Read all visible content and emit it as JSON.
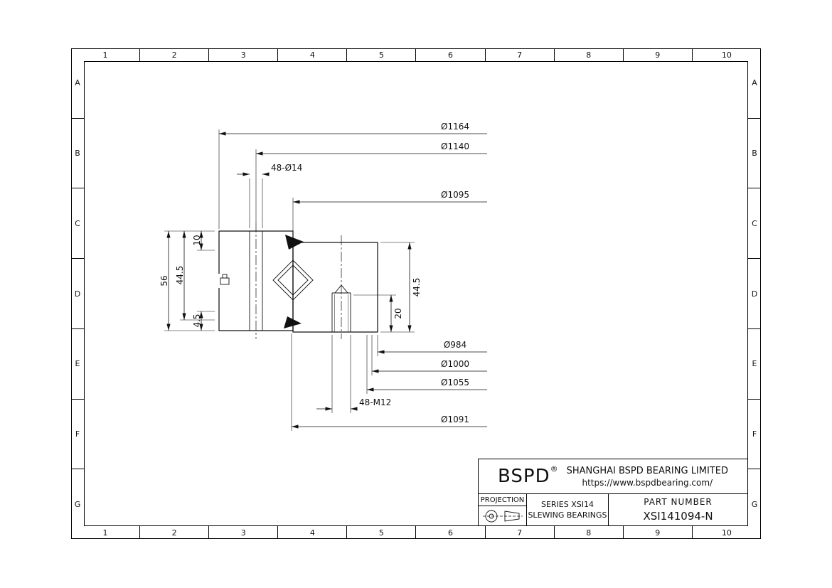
{
  "grid": {
    "columns": [
      "1",
      "2",
      "3",
      "4",
      "5",
      "6",
      "7",
      "8",
      "9",
      "10"
    ],
    "rows": [
      "A",
      "B",
      "C",
      "D",
      "E",
      "F",
      "G"
    ]
  },
  "drawing": {
    "dims": {
      "d1164": "Ø1164",
      "d1140": "Ø1140",
      "d48_14": "48-Ø14",
      "d1095": "Ø1095",
      "d984": "Ø984",
      "d1000": "Ø1000",
      "d1055": "Ø1055",
      "d48_m12": "48-M12",
      "d1091": "Ø1091",
      "v56": "56",
      "v44_5_left": "44.5",
      "v10": "10",
      "v4_5": "4.5",
      "v44_5_right": "44.5",
      "v20": "20"
    }
  },
  "title_block": {
    "brand": "BSPD",
    "reg_mark": "®",
    "company": "SHANGHAI BSPD BEARING LIMITED",
    "website": "https://www.bspdbearing.com/",
    "projection_label": "PROJECTION",
    "series_label": "SERIES  XSI14",
    "series_sub": "SLEWING BEARINGS",
    "part_number_label": "PART  NUMBER",
    "part_number": "XSI141094-N"
  },
  "colors": {
    "line": "#111111",
    "background": "#ffffff"
  }
}
